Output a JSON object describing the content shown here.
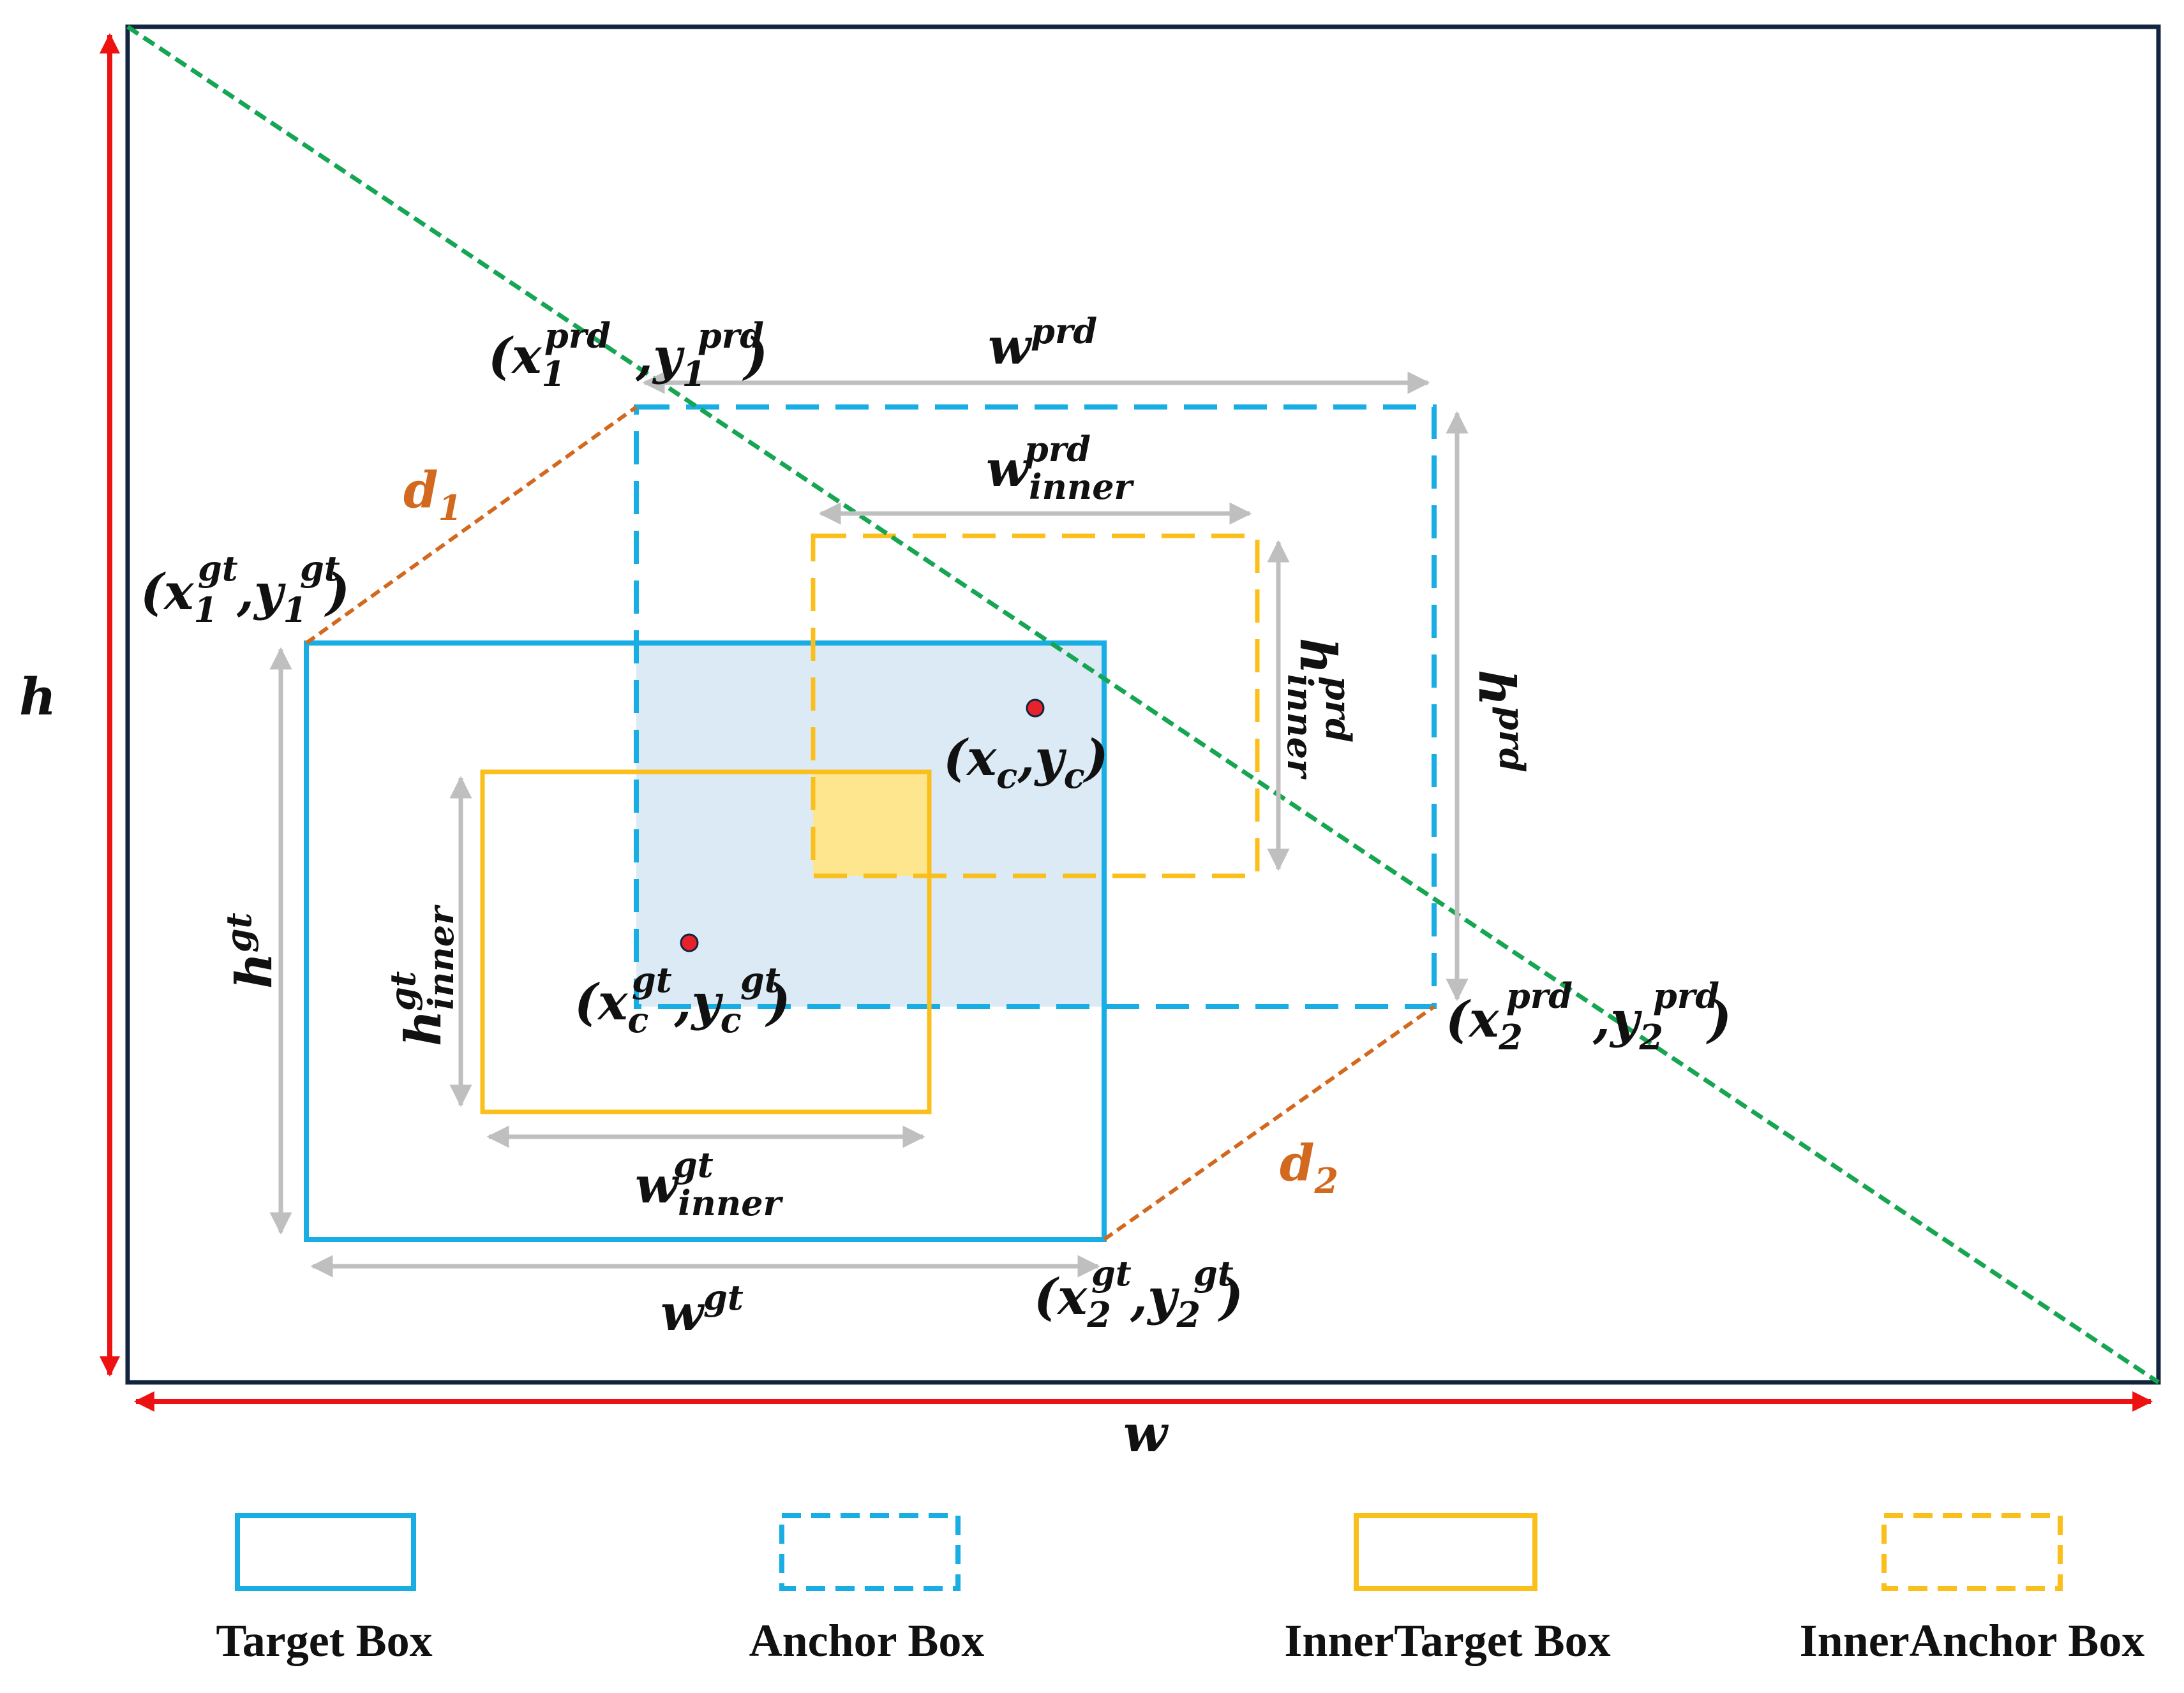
{
  "colors": {
    "target": "#19AEE3",
    "anchor": "#19AEE3",
    "inner": "#FBBF1C",
    "diagonal": "#16A652",
    "distance": "#D2691E",
    "outer": "#12243F",
    "dims": "#BFBFBF",
    "red": "#EE1111",
    "overlap_blue": "#DCEAF6",
    "overlap_yellow": "#FDE68E",
    "center_dot": "#E8222B"
  },
  "labels": {
    "h": "h",
    "w": "w",
    "w_prd": {
      "base": "w",
      "sup": "prd",
      "sub": ""
    },
    "h_prd": {
      "base": "h",
      "sup": "prd",
      "sub": ""
    },
    "w_inner_prd": {
      "base": "w",
      "sup": "prd",
      "sub": "inner"
    },
    "h_inner_prd": {
      "base": "h",
      "sup": "prd",
      "sub": "inner"
    },
    "w_gt": {
      "base": "w",
      "sup": "gt",
      "sub": ""
    },
    "h_gt": {
      "base": "h",
      "sup": "gt",
      "sub": ""
    },
    "w_inner_gt": {
      "base": "w",
      "sup": "gt",
      "sub": "inner"
    },
    "h_inner_gt": {
      "base": "h",
      "sup": "gt",
      "sub": "inner"
    },
    "d1": {
      "base": "d",
      "sub": "1"
    },
    "d2": {
      "base": "d",
      "sub": "2"
    },
    "pt_x1y1_prd": {
      "x": "x",
      "y": "y",
      "sup": "prd",
      "sub": "1"
    },
    "pt_x2y2_prd": {
      "x": "x",
      "y": "y",
      "sup": "prd",
      "sub": "2"
    },
    "pt_x1y1_gt": {
      "x": "x",
      "y": "y",
      "sup": "gt",
      "sub": "1"
    },
    "pt_x2y2_gt": {
      "x": "x",
      "y": "y",
      "sup": "gt",
      "sub": "2"
    },
    "pt_center_prd": {
      "x": "x",
      "y": "y",
      "sup": "",
      "sub": "c"
    },
    "pt_center_gt": {
      "x": "x",
      "y": "y",
      "sup": "gt",
      "sub": "c"
    }
  },
  "legend": [
    {
      "label": "Target Box",
      "style": "solid",
      "color": "#19AEE3"
    },
    {
      "label": "Anchor Box",
      "style": "dashed",
      "color": "#19AEE3"
    },
    {
      "label": "InnerTarget Box",
      "style": "solid",
      "color": "#FBBF1C"
    },
    {
      "label": "InnerAnchor Box",
      "style": "dashed",
      "color": "#FBBF1C"
    }
  ]
}
